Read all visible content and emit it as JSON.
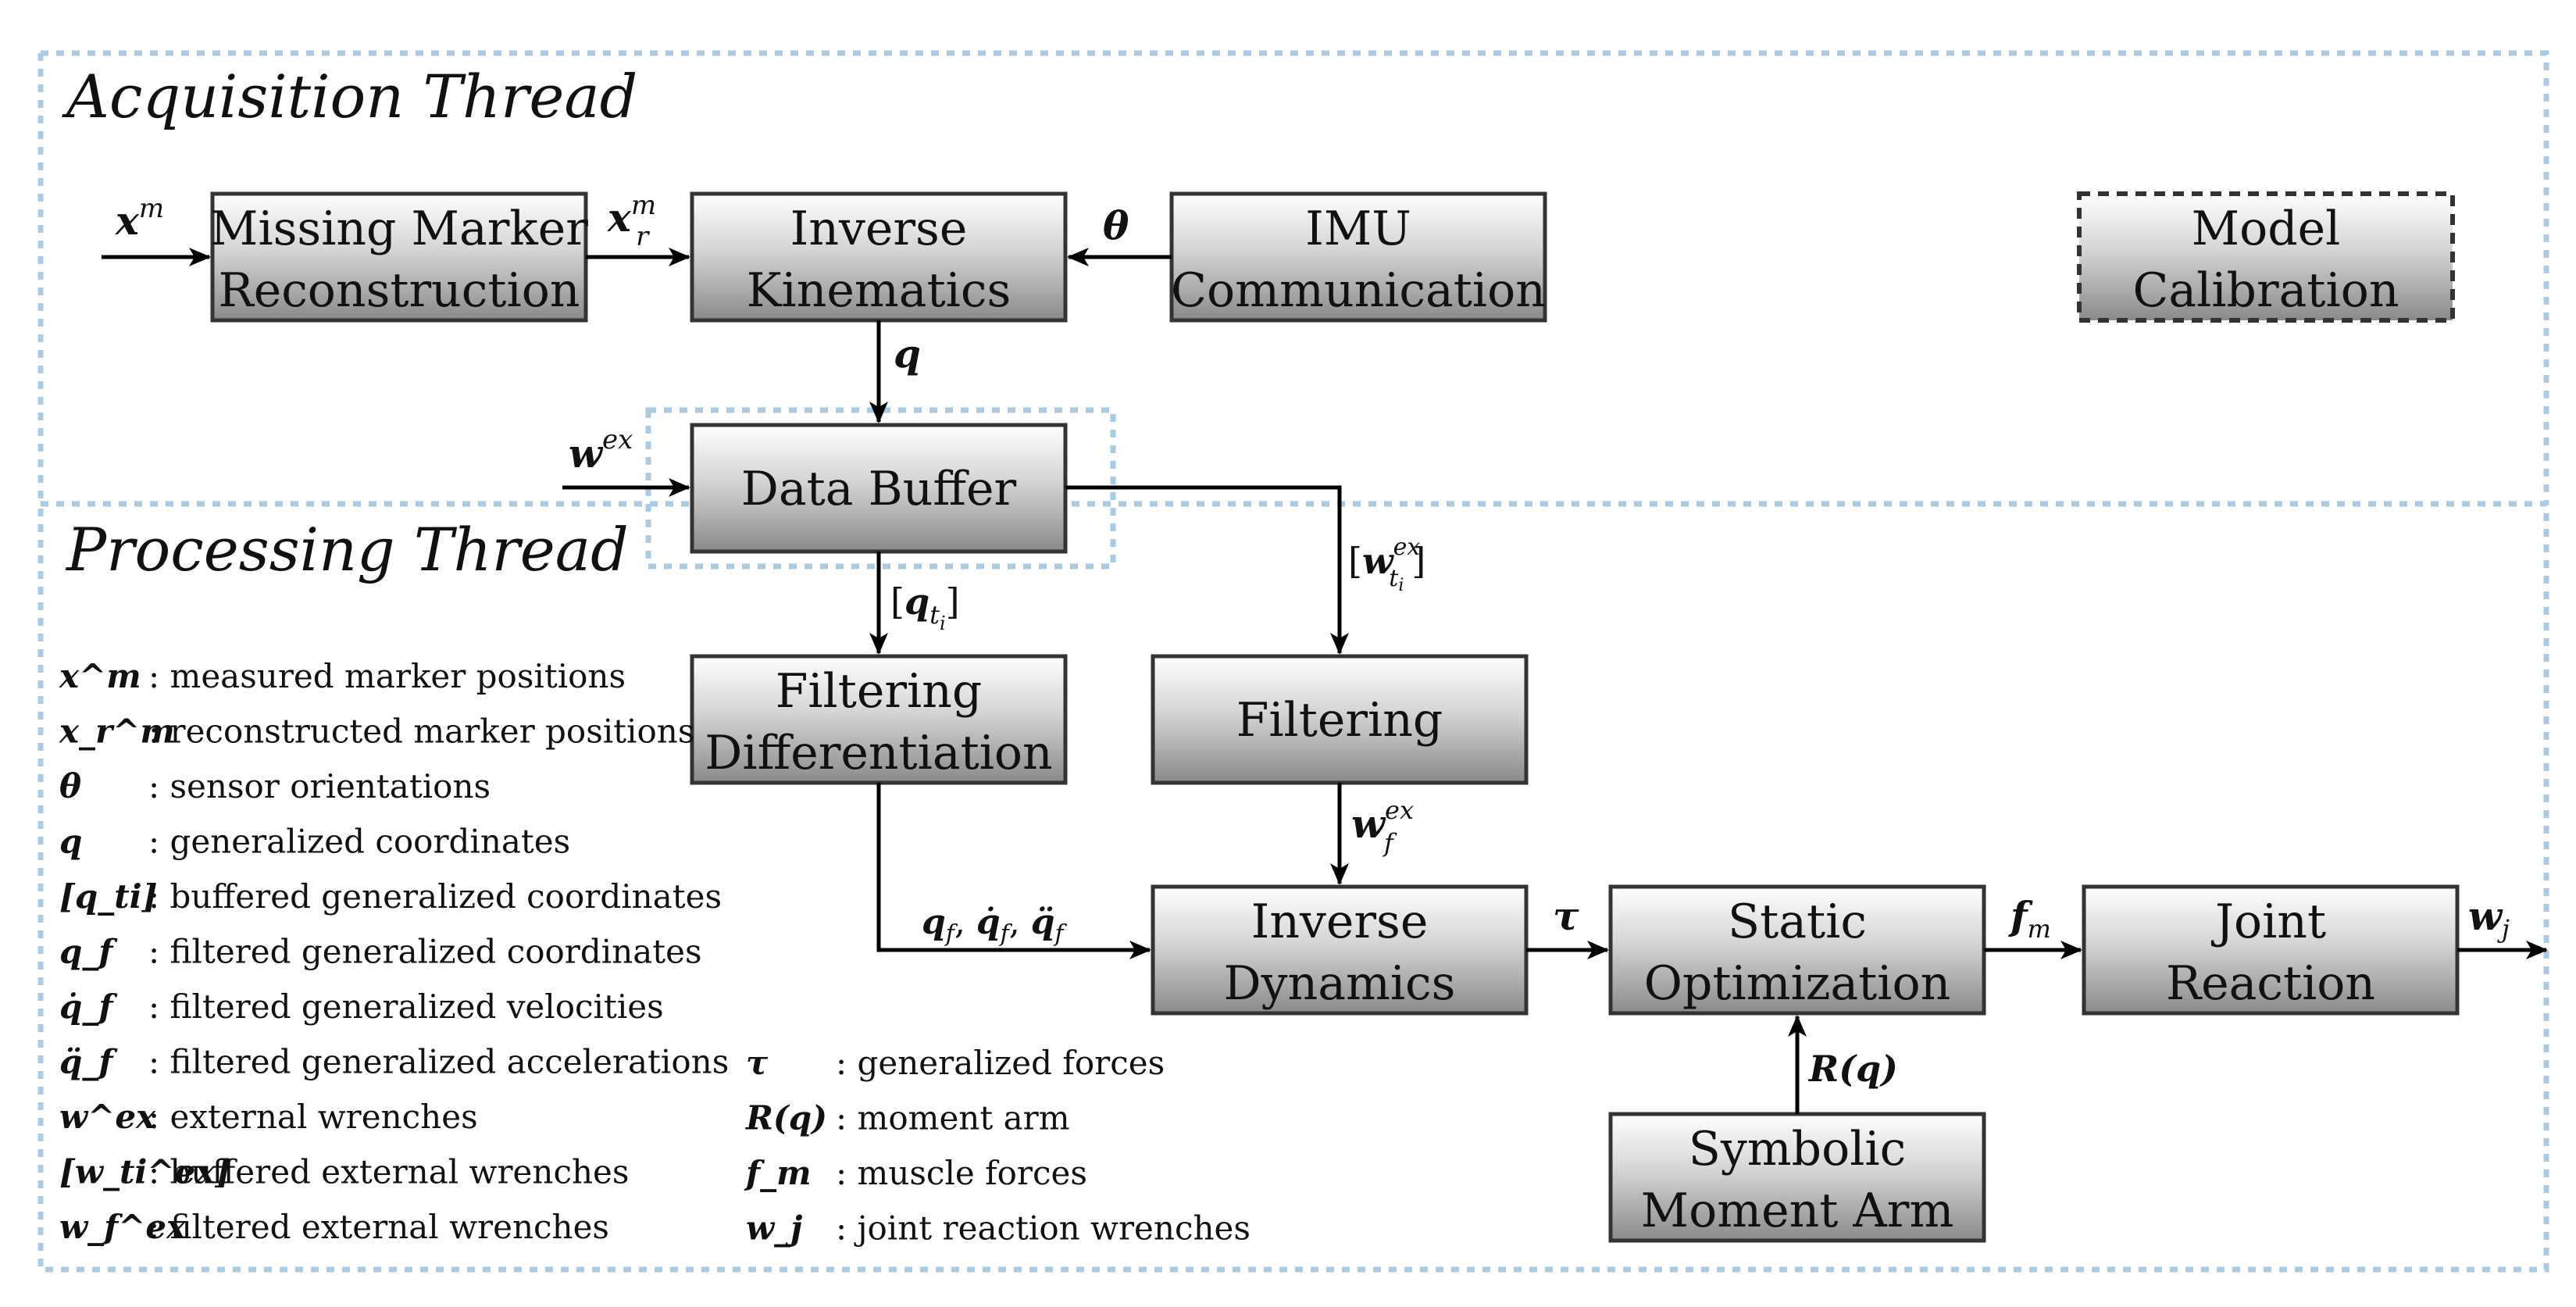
{
  "threads": {
    "acquisition": "Acquisition Thread",
    "processing": "Processing Thread"
  },
  "blocks": {
    "missing_marker": [
      "Missing Marker",
      "Reconstruction"
    ],
    "inverse_kinematics": [
      "Inverse",
      "Kinematics"
    ],
    "imu": [
      "IMU",
      "Communication"
    ],
    "model_calibration": [
      "Model",
      "Calibration"
    ],
    "data_buffer": [
      "Data Buffer"
    ],
    "filtering_diff": [
      "Filtering",
      "Differentiation"
    ],
    "filtering": [
      "Filtering"
    ],
    "inverse_dynamics": [
      "Inverse",
      "Dynamics"
    ],
    "static_opt": [
      "Static",
      "Optimization"
    ],
    "joint_reaction": [
      "Joint",
      "Reaction"
    ],
    "symbolic_moment": [
      "Symbolic",
      "Moment Arm"
    ]
  },
  "signals": {
    "xm": {
      "base": "x",
      "sup": "m"
    },
    "xrm": {
      "base": "x",
      "sup": "m",
      "sub": "r"
    },
    "theta": {
      "base": "θ"
    },
    "q": {
      "base": "q"
    },
    "wex": {
      "base": "w",
      "sup": "ex"
    },
    "qti": {
      "pre": "[",
      "base": "q",
      "sub": "t",
      "subsub": "i",
      "post": "]"
    },
    "wti": {
      "pre": "[",
      "base": "w",
      "sup": "ex",
      "sub": "t",
      "subsub": "i",
      "post": "]"
    },
    "wf": {
      "base": "w",
      "sup": "ex",
      "sub": "f"
    },
    "qf_dots": "q_f, q̇_f, q̈_f",
    "tau": {
      "base": "τ"
    },
    "fm": {
      "base": "f",
      "sub": "m"
    },
    "wj": {
      "base": "w",
      "sub": "j"
    },
    "Rq": {
      "text": "R(q)"
    }
  },
  "legend_left": [
    {
      "symbol": "x^m",
      "desc": ": measured marker positions"
    },
    {
      "symbol": "x_r^m",
      "desc": ": reconstructed marker positions"
    },
    {
      "symbol": "θ",
      "desc": ": sensor orientations"
    },
    {
      "symbol": "q",
      "desc": ": generalized coordinates"
    },
    {
      "symbol": "[q_ti]",
      "desc": ": buffered generalized coordinates"
    },
    {
      "symbol": "q_f",
      "desc": ": filtered generalized coordinates"
    },
    {
      "symbol": "q̇_f",
      "desc": ": filtered generalized velocities"
    },
    {
      "symbol": "q̈_f",
      "desc": ": filtered generalized accelerations"
    },
    {
      "symbol": "w^ex",
      "desc": ": external wrenches"
    },
    {
      "symbol": "[w_ti^ex]",
      "desc": ": buffered external wrenches"
    },
    {
      "symbol": "w_f^ex",
      "desc": ": filtered external wrenches"
    }
  ],
  "legend_right": [
    {
      "symbol": "τ",
      "desc": ": generalized forces"
    },
    {
      "symbol": "R(q)",
      "desc": ": moment arm"
    },
    {
      "symbol": "f_m",
      "desc": ": muscle forces"
    },
    {
      "symbol": "w_j",
      "desc": ": joint reaction wrenches"
    }
  ],
  "colors": {
    "thread_border": "#a8cbe6",
    "box_gradient_top": "#ffffff",
    "box_gradient_bottom": "#8c8c8c",
    "box_stroke": "#3a3a3a"
  }
}
